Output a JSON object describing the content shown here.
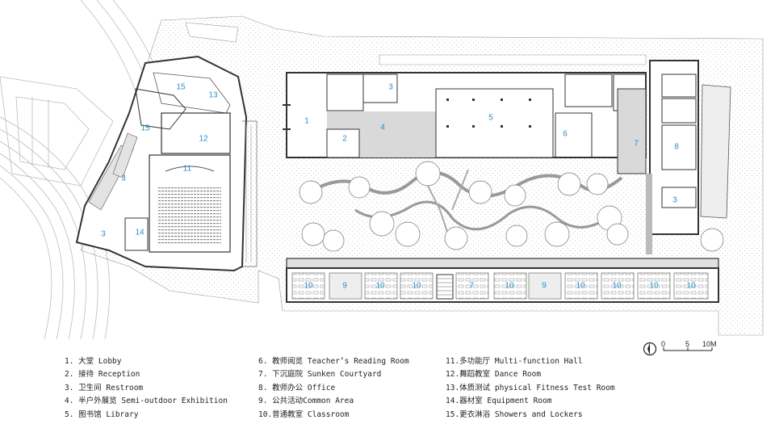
{
  "room_labels": {
    "lobby": "1",
    "reception": "2",
    "restroom": "3",
    "exhibition": "4",
    "library": "5",
    "reading_room": "6",
    "courtyard": "7",
    "office": "8",
    "common_area": "9",
    "classroom": "10",
    "hall": "11",
    "dance": "12",
    "fitness": "13",
    "equipment": "14",
    "showers": "15"
  },
  "scale_bar": {
    "zero": "0",
    "mid": "5",
    "end": "10M"
  },
  "legend": [
    "1. 大堂 Lobby",
    "2. 接待 Reception",
    "3. 卫生间 Restroom",
    "4. 半户外展览 Semi-outdoor Exhibition",
    "5. 图书馆 Library",
    "6. 教师阅览 Teacher’s Reading Room",
    "7. 下沉庭院 Sunken Courtyard",
    "8. 教师办公 Office",
    "9. 公共活动Common Area",
    "10.普通教室 Classroom",
    "11.多功能厅 Multi-function Hall",
    "12.舞蹈教室 Dance Room",
    "13.体质测试 physical Fitness Test Room",
    "14.器材室 Equipment Room",
    "15.更衣淋浴 Showers and Lockers"
  ],
  "colors": {
    "line": "#333333",
    "room_number": "#2c8fc9",
    "shade": "#d9d9d9"
  }
}
